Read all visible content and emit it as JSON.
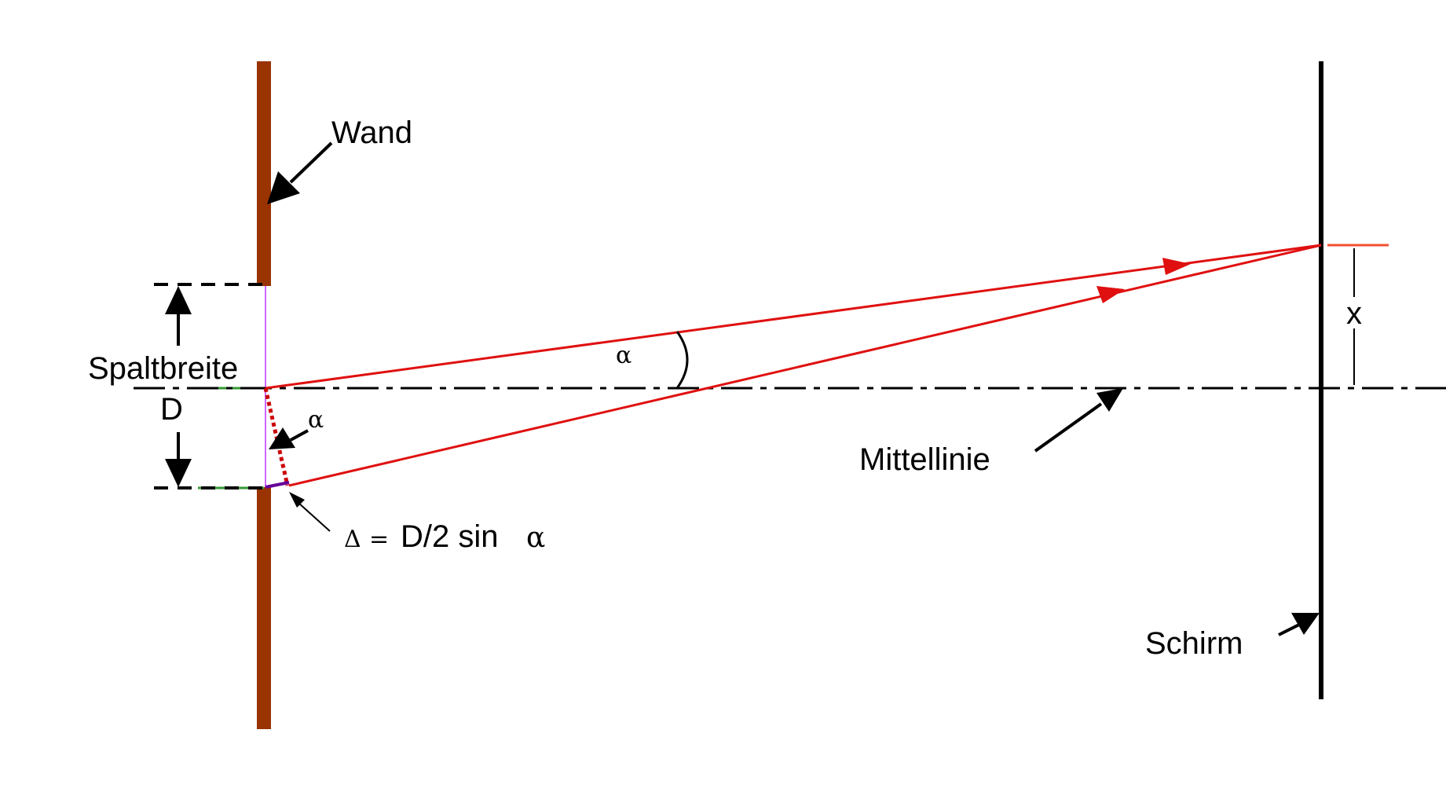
{
  "labels": {
    "wall": "Wand",
    "slit_width": "Spaltbreite",
    "slit_symbol": "D",
    "angle_small": "α",
    "angle_large": "α",
    "path_difference_delta": "Δ",
    "path_difference_equals": "=",
    "path_difference_formula": "D/2 sin",
    "path_difference_alpha": "α",
    "center_line": "Mittellinie",
    "screen": "Schirm",
    "displacement": "x"
  },
  "colors": {
    "wall": "#993300",
    "rays": "#e01010",
    "screen": "#000000",
    "slit_edge": "#cc66ff",
    "aperture": "#339933",
    "path_difference": "#660099",
    "marker": "#f05030"
  }
}
